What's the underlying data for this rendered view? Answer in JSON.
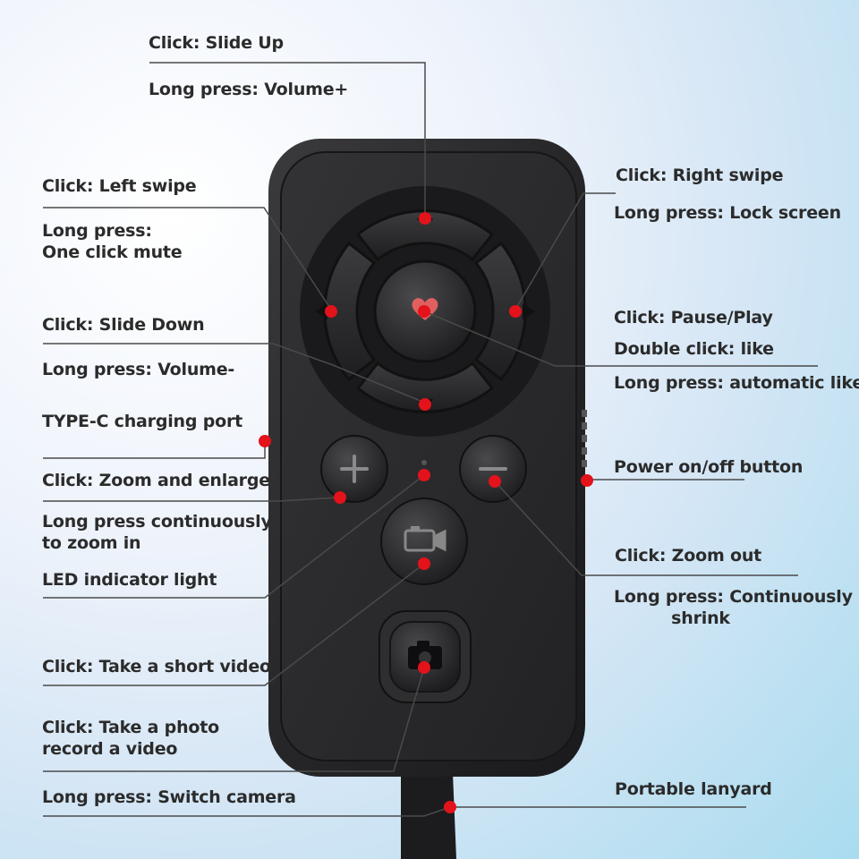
{
  "labels": {
    "slide_up_click": "Click: Slide Up",
    "slide_up_long": "Long press: Volume+",
    "left_click": "Click: Left swipe",
    "left_long": "Long press:\nOne click mute",
    "down_click": "Click: Slide Down",
    "down_long": "Long press: Volume-",
    "typec": "TYPE-C charging port",
    "zoomin_click": "Click: Zoom and enlarge",
    "zoomin_long": "Long press continuously\nto zoom in",
    "led": "LED indicator light",
    "video_click": "Click: Take a short video",
    "photo_click": "Click: Take a photo\nrecord a video",
    "photo_long": "Long press: Switch camera",
    "right_click": "Click: Right swipe",
    "right_long": "Long press: Lock screen",
    "center_click": "Click: Pause/Play",
    "center_double": "Double click: like",
    "center_long": "Long press: automatic like",
    "power": "Power on/off button",
    "zoomout_click": "Click: Zoom out",
    "zoomout_long": "Long press: Continuously\n          shrink",
    "lanyard": "Portable lanyard"
  },
  "colors": {
    "marker": "#e3121b",
    "device_body": "#2a2a2c",
    "leader_line": "#4a4a4a"
  },
  "icons": {
    "center": "heart-icon",
    "video": "video-camera-icon",
    "photo": "camera-icon",
    "plus": "plus-icon",
    "minus": "minus-icon"
  }
}
